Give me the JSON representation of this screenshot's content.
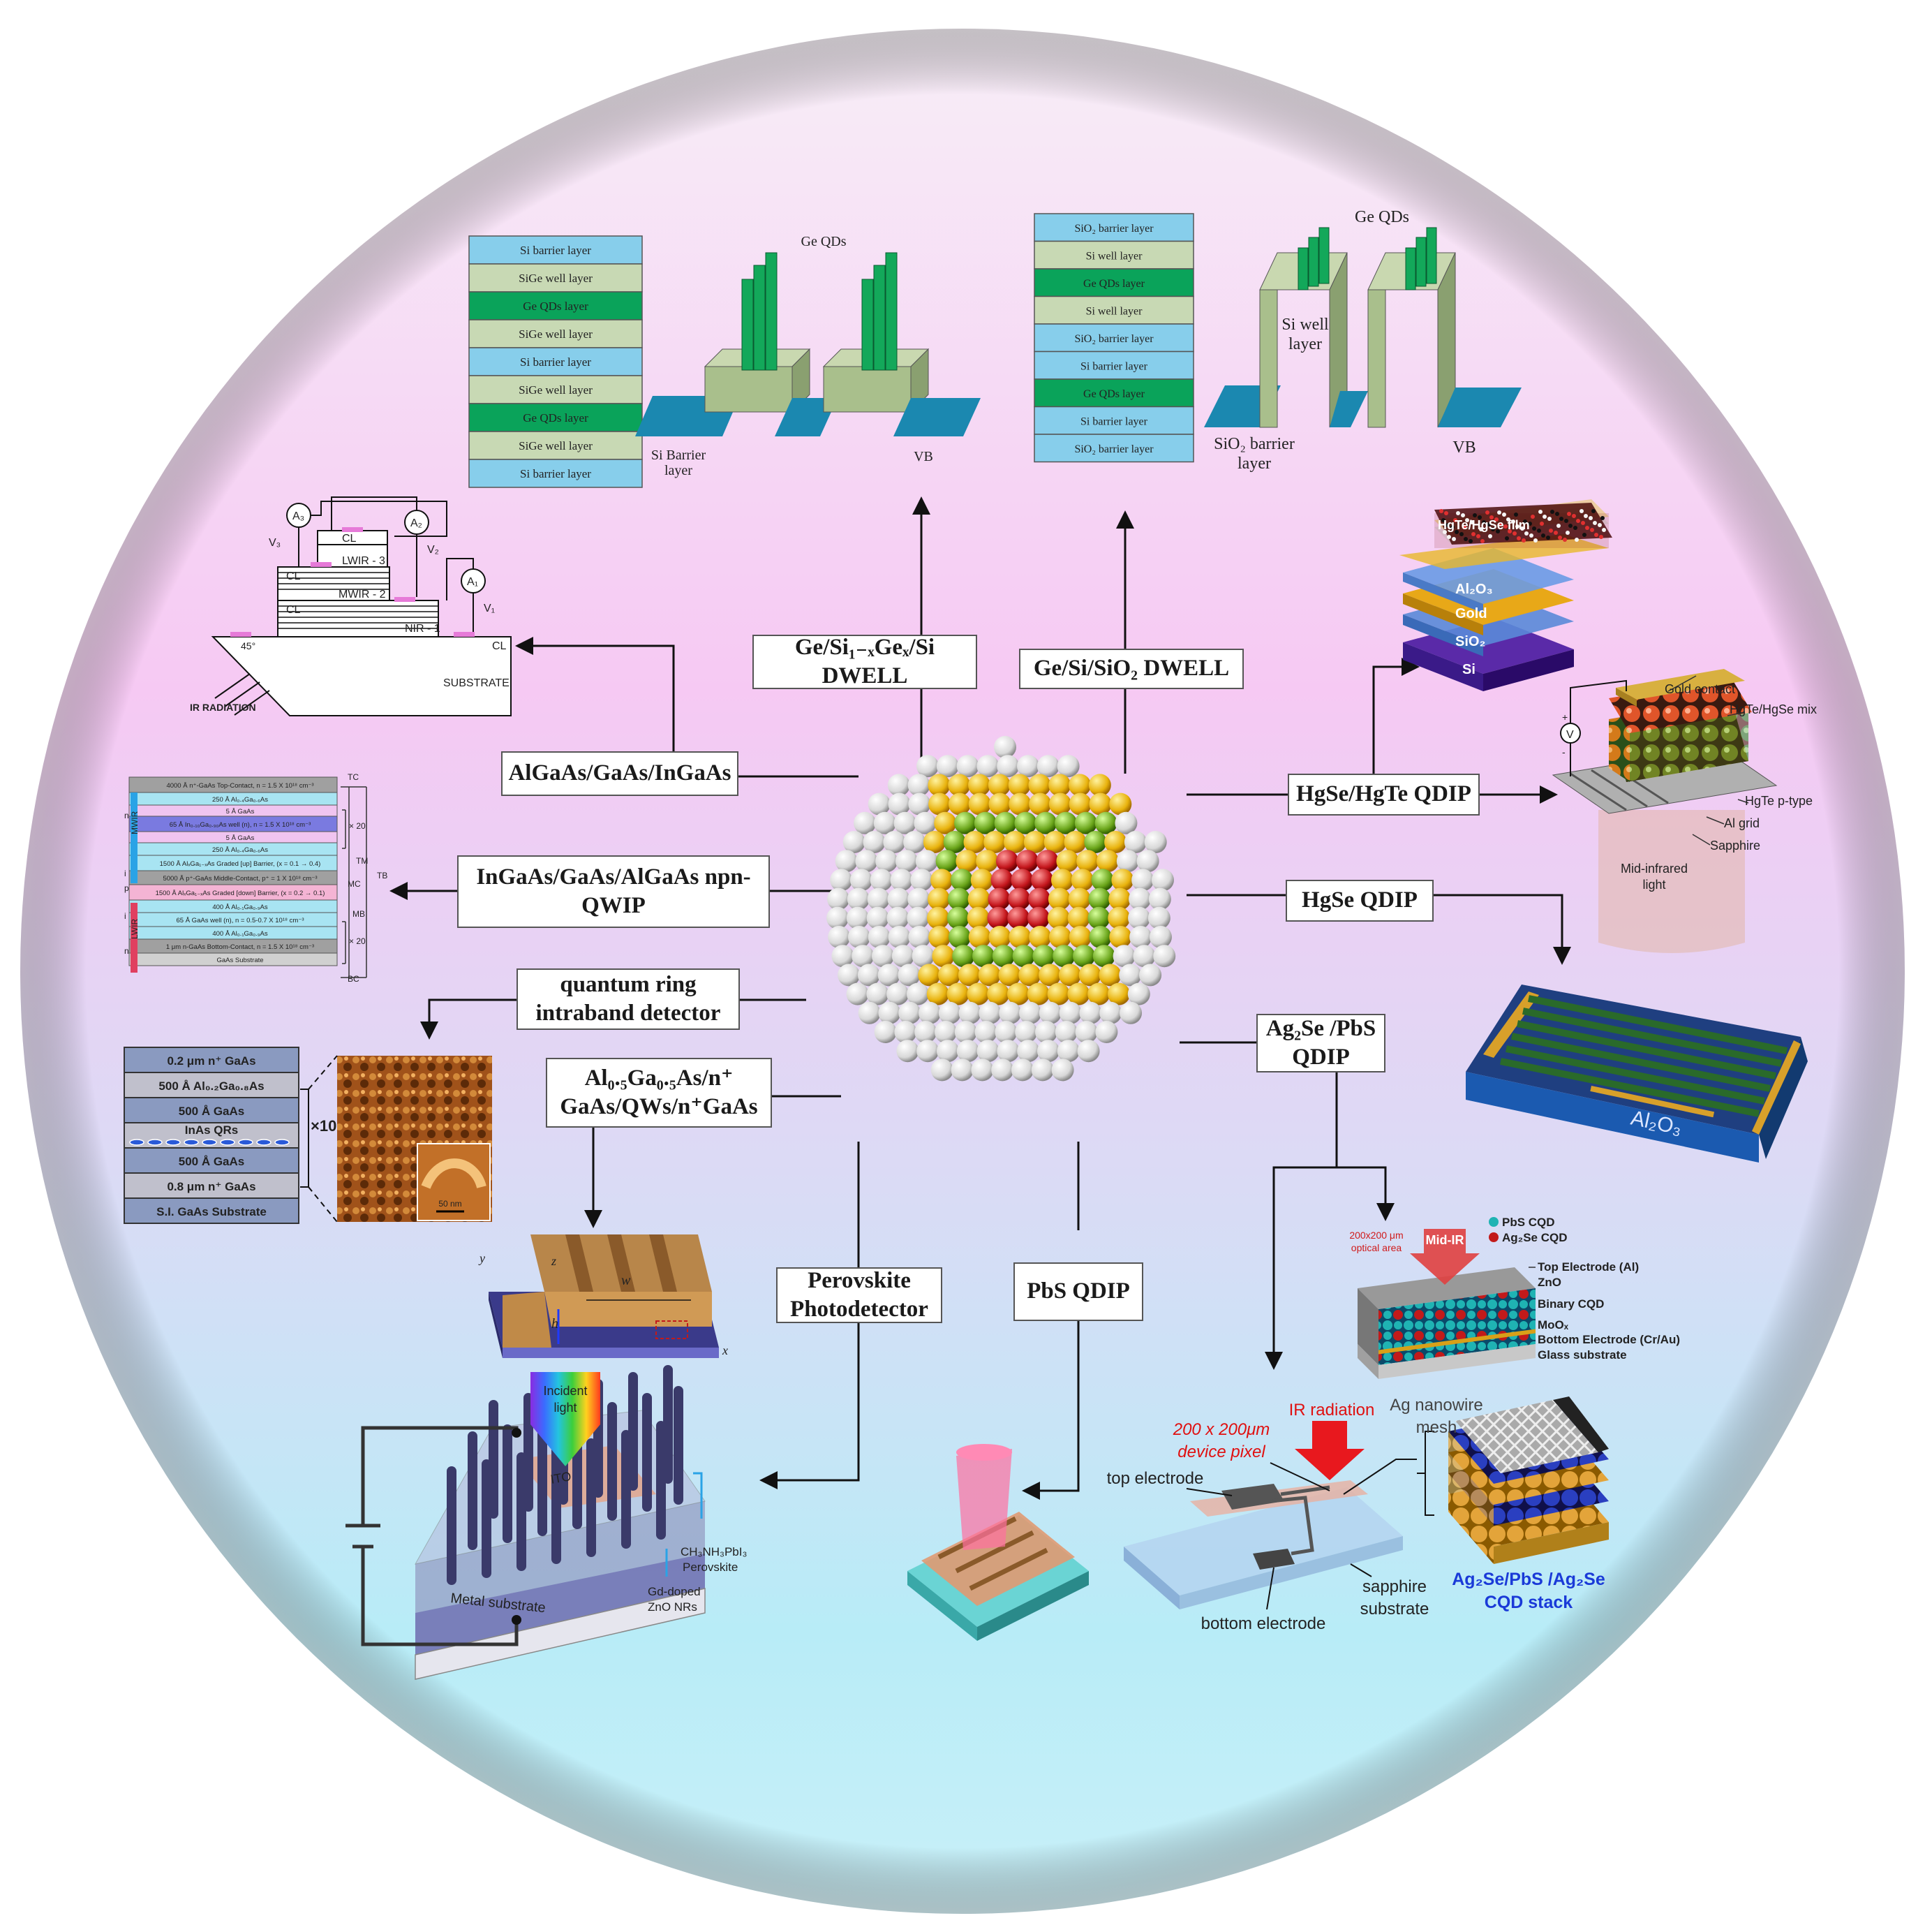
{
  "center": {
    "name": "quantum-dot-sphere"
  },
  "labels": {
    "gesige": "Ge/Si₁₋ₓGeₓ/Si DWELL",
    "gesisio2": "Ge/Si/SiO₂ DWELL",
    "algaas": "AlGaAs/GaAs/InGaAs",
    "ingaas_npn": "InGaAs/GaAs/AlGaAs npn-QWIP",
    "qring": "quantum ring intraband detector",
    "algaas_qw": "Al₀.₅Ga₀.₅As/n⁺ GaAs/QWs/n⁺GaAs",
    "perovskite": "Perovskite Photodetector",
    "pbs": "PbS QDIP",
    "hgsehgte": "HgSe/HgTe QDIP",
    "hgse": "HgSe QDIP",
    "ag2se": "Ag₂Se /PbS QDIP"
  },
  "gesige_stack": [
    "Si barrier layer",
    "SiGe well layer",
    "Ge QDs layer",
    "SiGe well layer",
    "Si barrier layer",
    "SiGe well layer",
    "Ge QDs layer",
    "SiGe well layer",
    "Si barrier layer"
  ],
  "gesige_band": {
    "qd": "Ge  QDs",
    "barrier": "Si Barrier",
    "barrier2": "layer",
    "vb": "VB"
  },
  "sio2_stack": [
    "SiO₂ barrier layer",
    "Si well layer",
    "Ge QDs layer",
    "Si well layer",
    "SiO₂ barrier layer",
    "Si barrier layer",
    "Ge QDs layer",
    "Si barrier layer",
    "SiO₂ barrier layer"
  ],
  "sio2_band": {
    "qd": "Ge QDs",
    "well": "Si well",
    "well2": "layer",
    "barrier": "SiO₂ barrier",
    "barrier2": "layer",
    "vb": "VB"
  },
  "multi": {
    "cl": "CL",
    "lwir": "LWIR - 3",
    "mwir": "MWIR - 2",
    "nir": "NIR - 1",
    "substrate": "SUBSTRATE",
    "ir": "IR RADIATION",
    "angle": "45°",
    "a1": "A₁",
    "a2": "A₂",
    "a3": "A₃",
    "v1": "V₁",
    "v2": "V₂",
    "v3": "V₃"
  },
  "npn_layers": [
    "4000 Å n⁺-GaAs Top-Contact, n = 1.5 X 10¹⁸ cm⁻³",
    "250 Å Al₀.₄Ga₀.₆As",
    "5 Å GaAs",
    "65 Å In₀.₁₀Ga₀.₉₀As well (n), n = 1.5 X 10¹⁸ cm⁻³",
    "5 Å GaAs",
    "250 Å Al₀.₄Ga₀.₆As",
    "1500 Å AlₓGa₁₋ₓAs Graded [up] Barrier, (x = 0.1 → 0.4)",
    "5000 Å p⁺-GaAs Middle-Contact, p⁺ = 1 X 10¹⁸ cm⁻³",
    "1500 Å AlₓGa₁₋ₓAs Graded [down] Barrier, (x = 0.2 → 0.1)",
    "400 Å Al₀.₁Ga₀.₉As",
    "65 Å GaAs well (n), n = 0.5-0.7 X 10¹⁸ cm⁻³",
    "400 Å Al₀.₁Ga₀.₉As",
    "1 μm n-GaAs Bottom-Contact, n = 1.5 X 10¹⁸ cm⁻³",
    "GaAs Substrate"
  ],
  "npn_side": {
    "n": "n",
    "i": "i",
    "p": "p",
    "i2": "i",
    "n2": "n",
    "mwir": "MWIR",
    "lwir": "LWIR",
    "tc": "TC",
    "tm": "TM",
    "mc": "MC",
    "tb": "TB",
    "mb": "MB",
    "bc": "BC",
    "x20": "× 20",
    "x20b": "× 20"
  },
  "qr_layers": [
    "0.2 μm n⁺ GaAs",
    "500 Å Al₀.₂Ga₀.₈As",
    "500 Å GaAs",
    "InAs QRs",
    "500 Å GaAs",
    "0.8 μm n⁺ GaAs",
    "S.I. GaAs Substrate"
  ],
  "qr_times": "×10",
  "qr_scale": "50 nm",
  "grating": {
    "w": "w",
    "h": "h",
    "z": "z",
    "x": "x",
    "y": "y"
  },
  "perov": {
    "incident": "Incident",
    "light": "light",
    "ito": "ITO",
    "metal": "Metal substrate",
    "ch": "CH₃NH₃PbI₃",
    "perovskite": "Perovskite",
    "gd": "Gd-doped",
    "zno": "ZnO NRs"
  },
  "hgte_film": {
    "film": "HgTe/HgSe film",
    "al2o3": "Al₂O₃",
    "gold": "Gold",
    "sio2": "SiO₂",
    "si": "Si"
  },
  "hgte_device": {
    "gold": "Gold contact",
    "mix": "HgTe/HgSe mix",
    "ptype": "HgTe p-type",
    "grid": "Al grid",
    "sapphire": "Sapphire",
    "mid": "Mid-infrared",
    "light": "light",
    "v": "V",
    "plus": "+",
    "minus": "-"
  },
  "hgse_device": {
    "al2o3": "Al₂O₃"
  },
  "ag2se_stack": {
    "pbs": "PbS CQD",
    "ag2se": "Ag₂Se CQD",
    "midir": "Mid-IR",
    "area": "200x200 μm",
    "area2": "optical area",
    "top": "Top Electrode (Al)",
    "zno": "ZnO",
    "binary": "Binary CQD",
    "moo": "MoOₓ",
    "bottom": "Bottom Electrode (Cr/Au)",
    "glass": "Glass substrate"
  },
  "ag2se_pixel": {
    "ir": "IR radiation",
    "pixel": "200 x 200μm",
    "pixel2": "device pixel",
    "top": "top electrode",
    "bottom": "bottom electrode",
    "sapphire": "sapphire",
    "sapphire2": "substrate",
    "mesh": "Ag nanowire",
    "mesh2": "mesh",
    "stack": "Ag₂Se/PbS /Ag₂Se",
    "stack2": "CQD stack"
  },
  "colors": {
    "blue_layer": "#87ceeb",
    "green_layer": "#c8d9b4",
    "qd_layer": "#0aa35a",
    "arrow": "#111111",
    "label_border": "#555555"
  }
}
